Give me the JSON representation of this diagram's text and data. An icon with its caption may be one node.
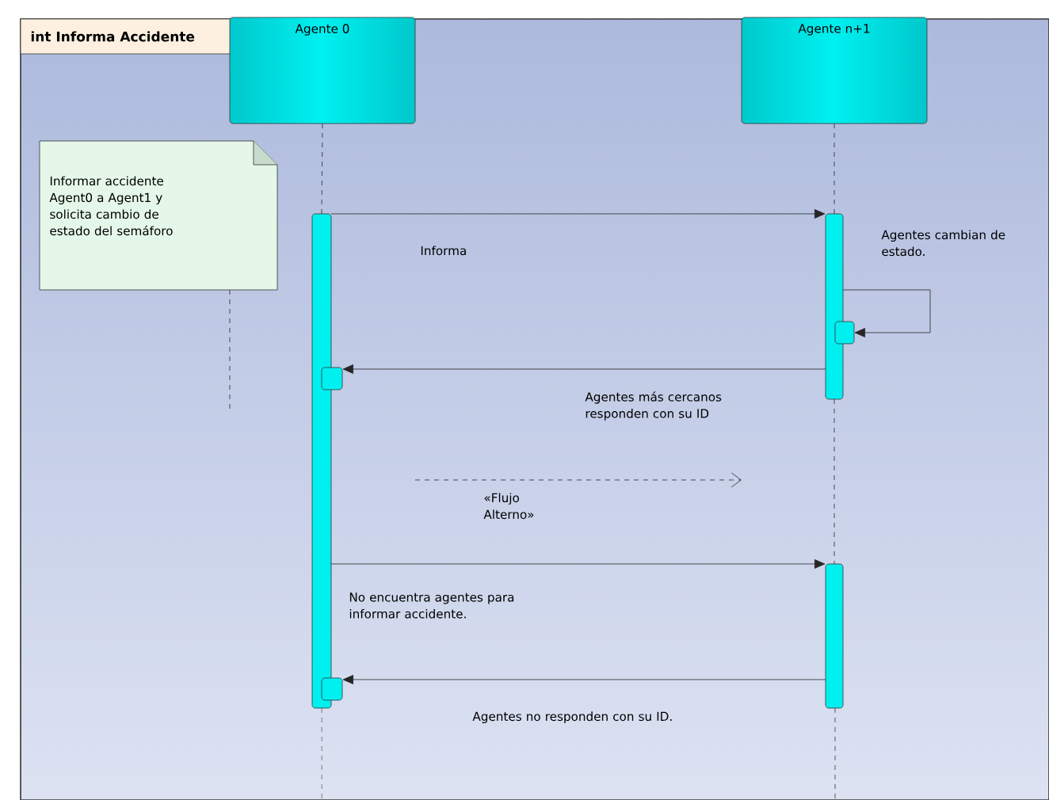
{
  "diagram": {
    "nodes": [
      {
        "text": [
          "int Informa Accidente"
        ]
      },
      {
        "text": [
          "Agente 0"
        ],
        "in": 0
      },
      {
        "text": [
          "Agente n+1"
        ],
        "in": 0
      },
      {
        "text": [
          "Informar accidente Agent0 a Agent1 y solicita cambio de estado del semáforo"
        ],
        "in": 0
      },
      {
        "text": [],
        "shape": "bar",
        "in": 0
      },
      {
        "text": [],
        "shape": "bar",
        "in": 0
      },
      {
        "text": [],
        "shape": "bar",
        "in": 0
      },
      {
        "text": [],
        "shape": "box",
        "in": 0
      },
      {
        "text": [],
        "shape": "box",
        "in": 0
      },
      {
        "text": [],
        "shape": "box",
        "in": 0
      }
    ],
    "edges": [
      {
        "from": 1,
        "to": 4,
        "arrow": "none",
        "style": "dashed"
      },
      {
        "from": 2,
        "to": 5,
        "arrow": "none",
        "style": "dashed"
      },
      {
        "from": 5,
        "to": 6,
        "arrow": "none",
        "style": "dashed"
      },
      {
        "from": 3,
        "to": null,
        "arrow": "none",
        "style": "dashed"
      },
      {
        "from": 4,
        "to": 5,
        "arrow": "to",
        "label": "Informa"
      },
      {
        "from": 5,
        "to": 7,
        "arrow": "to",
        "label": "Agentes cambian de estado."
      },
      {
        "from": 5,
        "to": 8,
        "arrow": "to",
        "label": "Agentes más cercanos responden con su ID"
      },
      {
        "from": 4,
        "to": 6,
        "arrow": "to",
        "label": "No encuentra agentes para informar accidente."
      },
      {
        "from": 6,
        "to": 9,
        "arrow": "to",
        "label": "Agentes no responden con su ID."
      }
    ],
    "labels": [
      "«Flujo Alterno»"
    ]
  }
}
